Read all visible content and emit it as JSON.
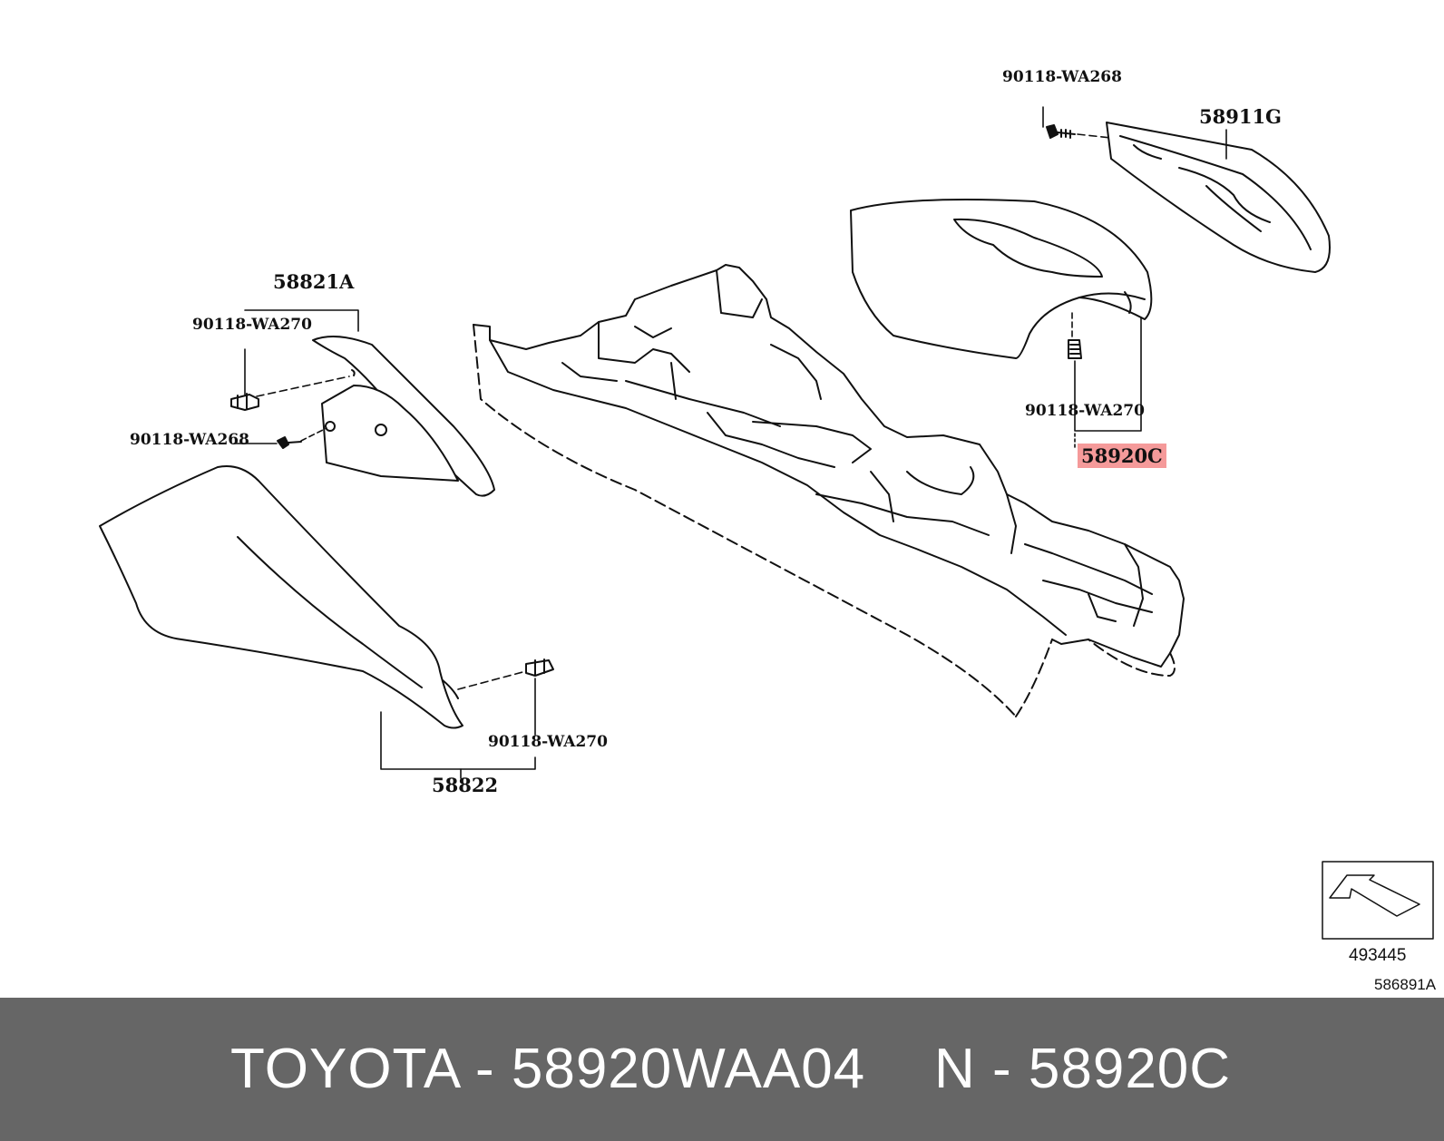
{
  "labels": {
    "p58911g": "58911G",
    "p90118_wa268_top": "90118-WA268",
    "p58821a": "58821A",
    "p90118_wa270_left": "90118-WA270",
    "p90118_wa268_left": "90118-WA268",
    "p90118_wa270_right": "90118-WA270",
    "p58920c": "58920C",
    "p90118_wa270_bottom": "90118-WA270",
    "p58822": "58822",
    "ref_493445": "493445",
    "ref_586891a": "586891A"
  },
  "colors": {
    "highlight": "#f59a9a",
    "footer_bg": "#666666",
    "footer_text": "#ffffff",
    "line": "#111111"
  },
  "footer": {
    "brand_part": "TOYOTA - 58920WAA04",
    "ref_part": "N - 58920C"
  }
}
